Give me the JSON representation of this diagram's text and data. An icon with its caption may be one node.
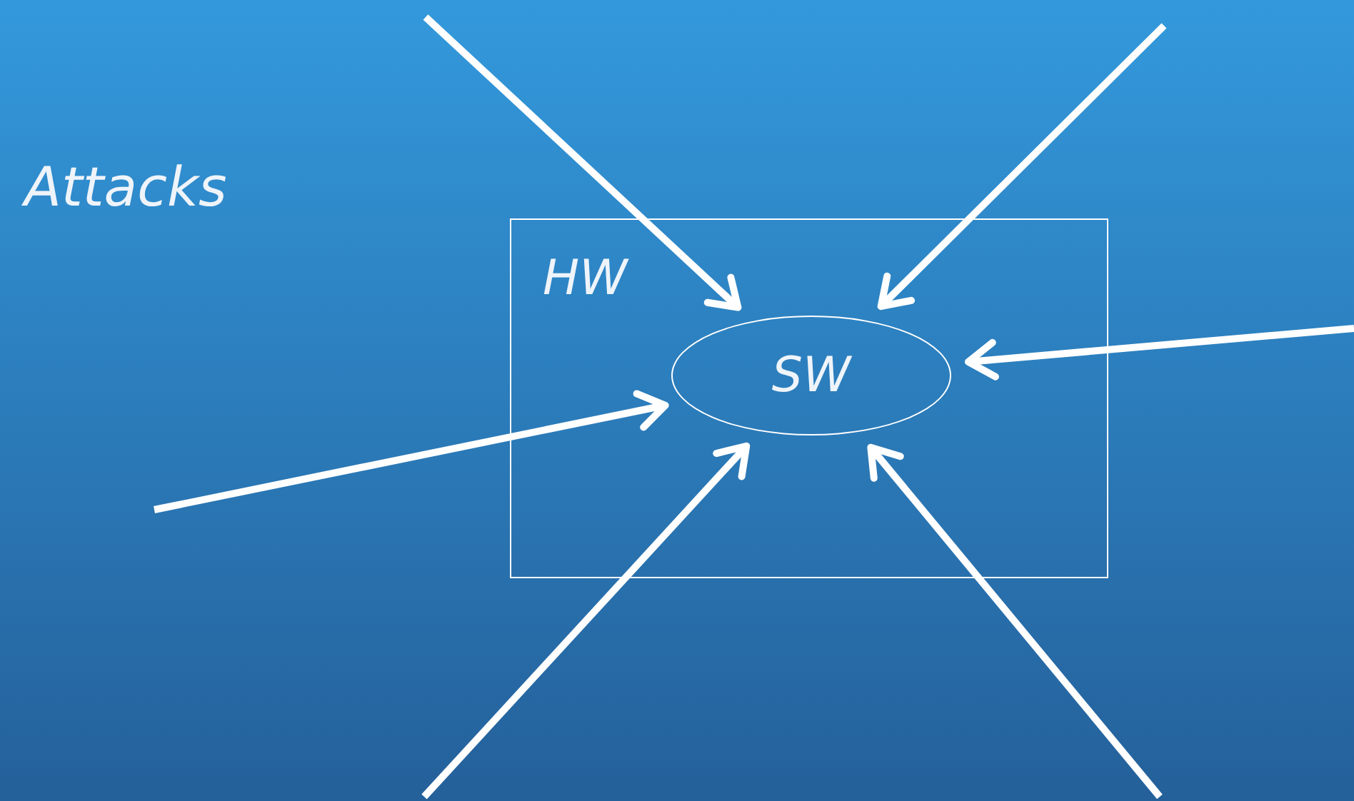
{
  "diagram": {
    "nodes": [
      {
        "text": [
          "HW"
        ]
      },
      {
        "text": [
          "SW"
        ],
        "in": 0
      }
    ],
    "edges": [
      {
        "from": null,
        "to": 1,
        "arrow": "to"
      },
      {
        "from": null,
        "to": 1,
        "arrow": "to"
      },
      {
        "from": null,
        "to": 1,
        "arrow": "to"
      },
      {
        "from": null,
        "to": 1,
        "arrow": "to"
      },
      {
        "from": null,
        "to": 1,
        "arrow": "to"
      },
      {
        "from": null,
        "to": 1,
        "arrow": "to"
      }
    ],
    "labels": [
      "Attacks"
    ]
  }
}
